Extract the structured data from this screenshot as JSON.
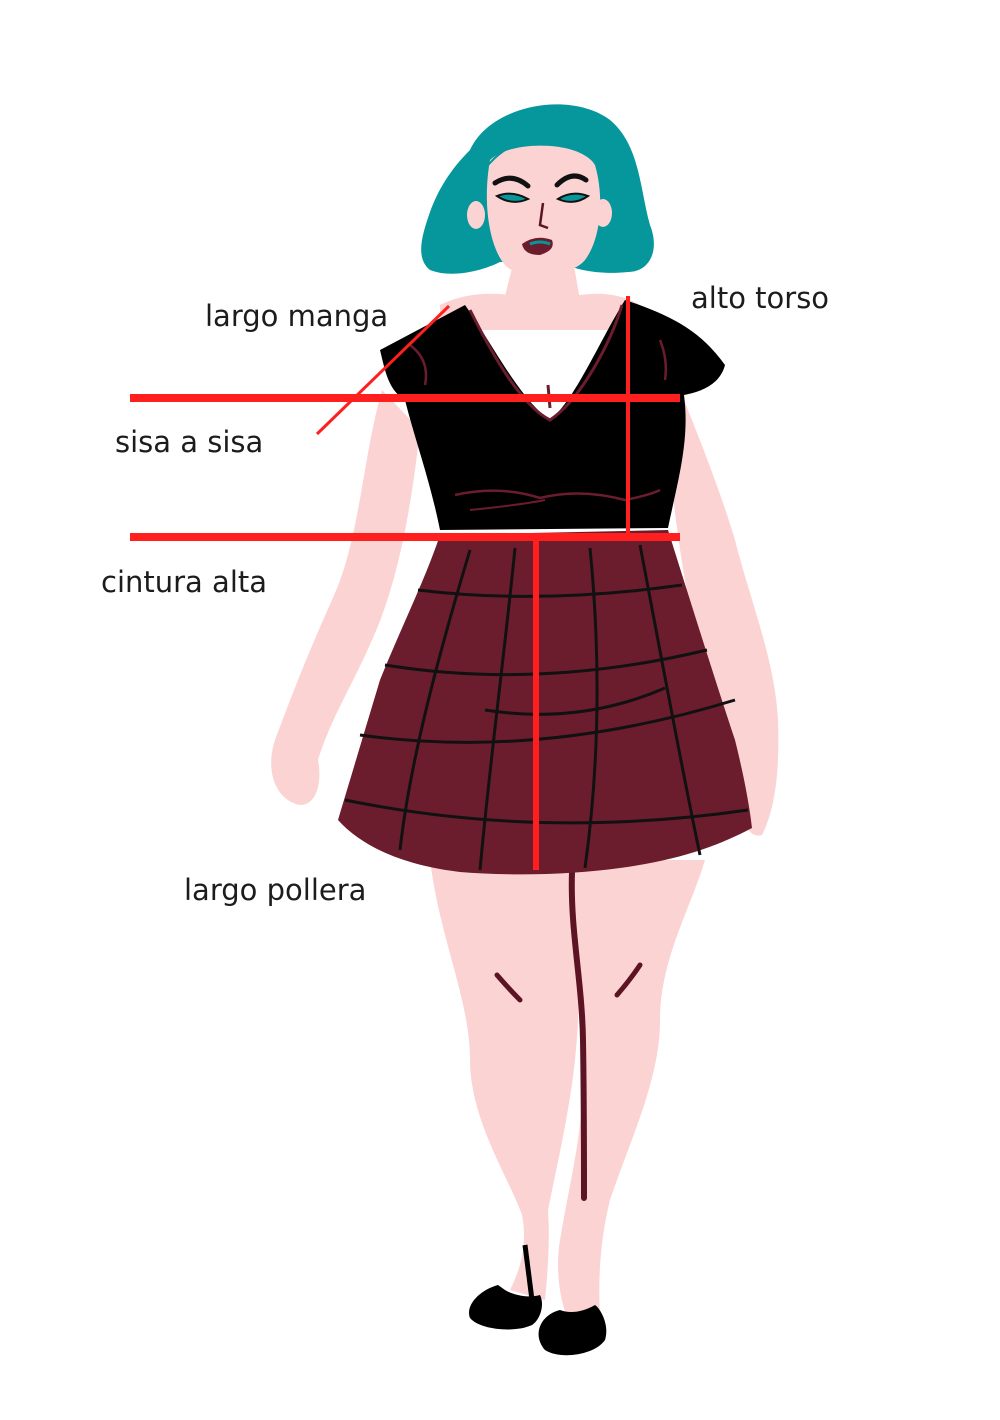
{
  "labels": {
    "largo_manga": "largo manga",
    "alto_torso": "alto torso",
    "sisa_a_sisa": "sisa a sisa",
    "cintura_alta": "cintura alta",
    "largo_pollera": "largo pollera"
  },
  "colors": {
    "measure_line": "#ff1f1f",
    "skin": "#fcd3d3",
    "hair": "#05979b",
    "top": "#000000",
    "skirt": "#6b1d2e",
    "line_art": "#5c1424",
    "shoes": "#000000"
  }
}
